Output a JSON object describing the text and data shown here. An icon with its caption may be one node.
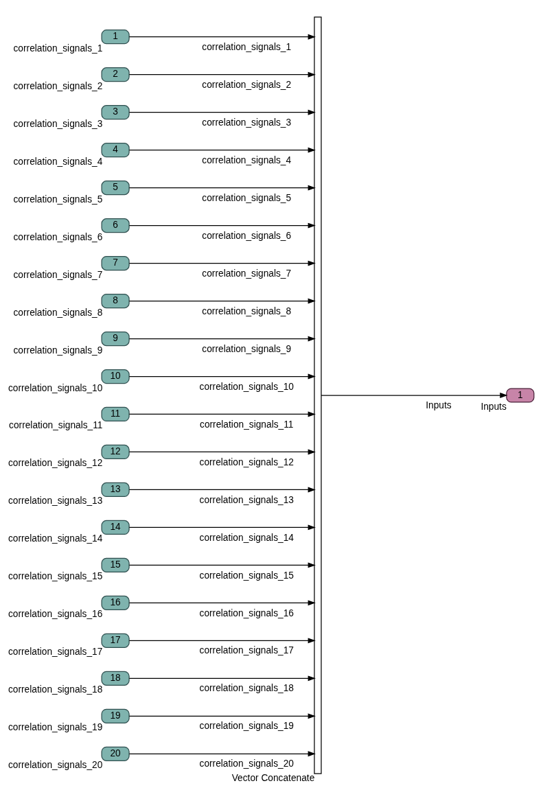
{
  "diagram": {
    "nodes": [
      {
        "text": [
          "1"
        ],
        "beside": [
          "correlation_signals_1"
        ]
      },
      {
        "text": [
          "2"
        ],
        "beside": [
          "correlation_signals_2"
        ]
      },
      {
        "text": [
          "3"
        ],
        "beside": [
          "correlation_signals_3"
        ]
      },
      {
        "text": [
          "4"
        ],
        "beside": [
          "correlation_signals_4"
        ]
      },
      {
        "text": [
          "5"
        ],
        "beside": [
          "correlation_signals_5"
        ]
      },
      {
        "text": [
          "6"
        ],
        "beside": [
          "correlation_signals_6"
        ]
      },
      {
        "text": [
          "7"
        ],
        "beside": [
          "correlation_signals_7"
        ]
      },
      {
        "text": [
          "8"
        ],
        "beside": [
          "correlation_signals_8"
        ]
      },
      {
        "text": [
          "9"
        ],
        "beside": [
          "correlation_signals_9"
        ]
      },
      {
        "text": [
          "10"
        ],
        "beside": [
          "correlation_signals_10"
        ]
      },
      {
        "text": [
          "11"
        ],
        "beside": [
          "correlation_signals_11"
        ]
      },
      {
        "text": [
          "12"
        ],
        "beside": [
          "correlation_signals_12"
        ]
      },
      {
        "text": [
          "13"
        ],
        "beside": [
          "correlation_signals_13"
        ]
      },
      {
        "text": [
          "14"
        ],
        "beside": [
          "correlation_signals_14"
        ]
      },
      {
        "text": [
          "15"
        ],
        "beside": [
          "correlation_signals_15"
        ]
      },
      {
        "text": [
          "16"
        ],
        "beside": [
          "correlation_signals_16"
        ]
      },
      {
        "text": [
          "17"
        ],
        "beside": [
          "correlation_signals_17"
        ]
      },
      {
        "text": [
          "18"
        ],
        "beside": [
          "correlation_signals_18"
        ]
      },
      {
        "text": [
          "19"
        ],
        "beside": [
          "correlation_signals_19"
        ]
      },
      {
        "text": [
          "20"
        ],
        "beside": [
          "correlation_signals_20"
        ]
      },
      {
        "text": [
          "Vector Concatenate"
        ]
      },
      {
        "text": [
          "1"
        ],
        "beside": [
          "Inputs"
        ]
      }
    ],
    "edges": [
      {
        "from": 0,
        "to": 20,
        "arrow": "to",
        "label": "correlation_signals_1"
      },
      {
        "from": 1,
        "to": 20,
        "arrow": "to",
        "label": "correlation_signals_2"
      },
      {
        "from": 2,
        "to": 20,
        "arrow": "to",
        "label": "correlation_signals_3"
      },
      {
        "from": 3,
        "to": 20,
        "arrow": "to",
        "label": "correlation_signals_4"
      },
      {
        "from": 4,
        "to": 20,
        "arrow": "to",
        "label": "correlation_signals_5"
      },
      {
        "from": 5,
        "to": 20,
        "arrow": "to",
        "label": "correlation_signals_6"
      },
      {
        "from": 6,
        "to": 20,
        "arrow": "to",
        "label": "correlation_signals_7"
      },
      {
        "from": 7,
        "to": 20,
        "arrow": "to",
        "label": "correlation_signals_8"
      },
      {
        "from": 8,
        "to": 20,
        "arrow": "to",
        "label": "correlation_signals_9"
      },
      {
        "from": 9,
        "to": 20,
        "arrow": "to",
        "label": "correlation_signals_10"
      },
      {
        "from": 10,
        "to": 20,
        "arrow": "to",
        "label": "correlation_signals_11"
      },
      {
        "from": 11,
        "to": 20,
        "arrow": "to",
        "label": "correlation_signals_12"
      },
      {
        "from": 12,
        "to": 20,
        "arrow": "to",
        "label": "correlation_signals_13"
      },
      {
        "from": 13,
        "to": 20,
        "arrow": "to",
        "label": "correlation_signals_14"
      },
      {
        "from": 14,
        "to": 20,
        "arrow": "to",
        "label": "correlation_signals_15"
      },
      {
        "from": 15,
        "to": 20,
        "arrow": "to",
        "label": "correlation_signals_16"
      },
      {
        "from": 16,
        "to": 20,
        "arrow": "to",
        "label": "correlation_signals_17"
      },
      {
        "from": 17,
        "to": 20,
        "arrow": "to",
        "label": "correlation_signals_18"
      },
      {
        "from": 18,
        "to": 20,
        "arrow": "to",
        "label": "correlation_signals_19"
      },
      {
        "from": 19,
        "to": 20,
        "arrow": "to",
        "label": "correlation_signals_20"
      },
      {
        "from": 20,
        "to": 21,
        "arrow": "to",
        "label": "Inputs"
      }
    ]
  }
}
